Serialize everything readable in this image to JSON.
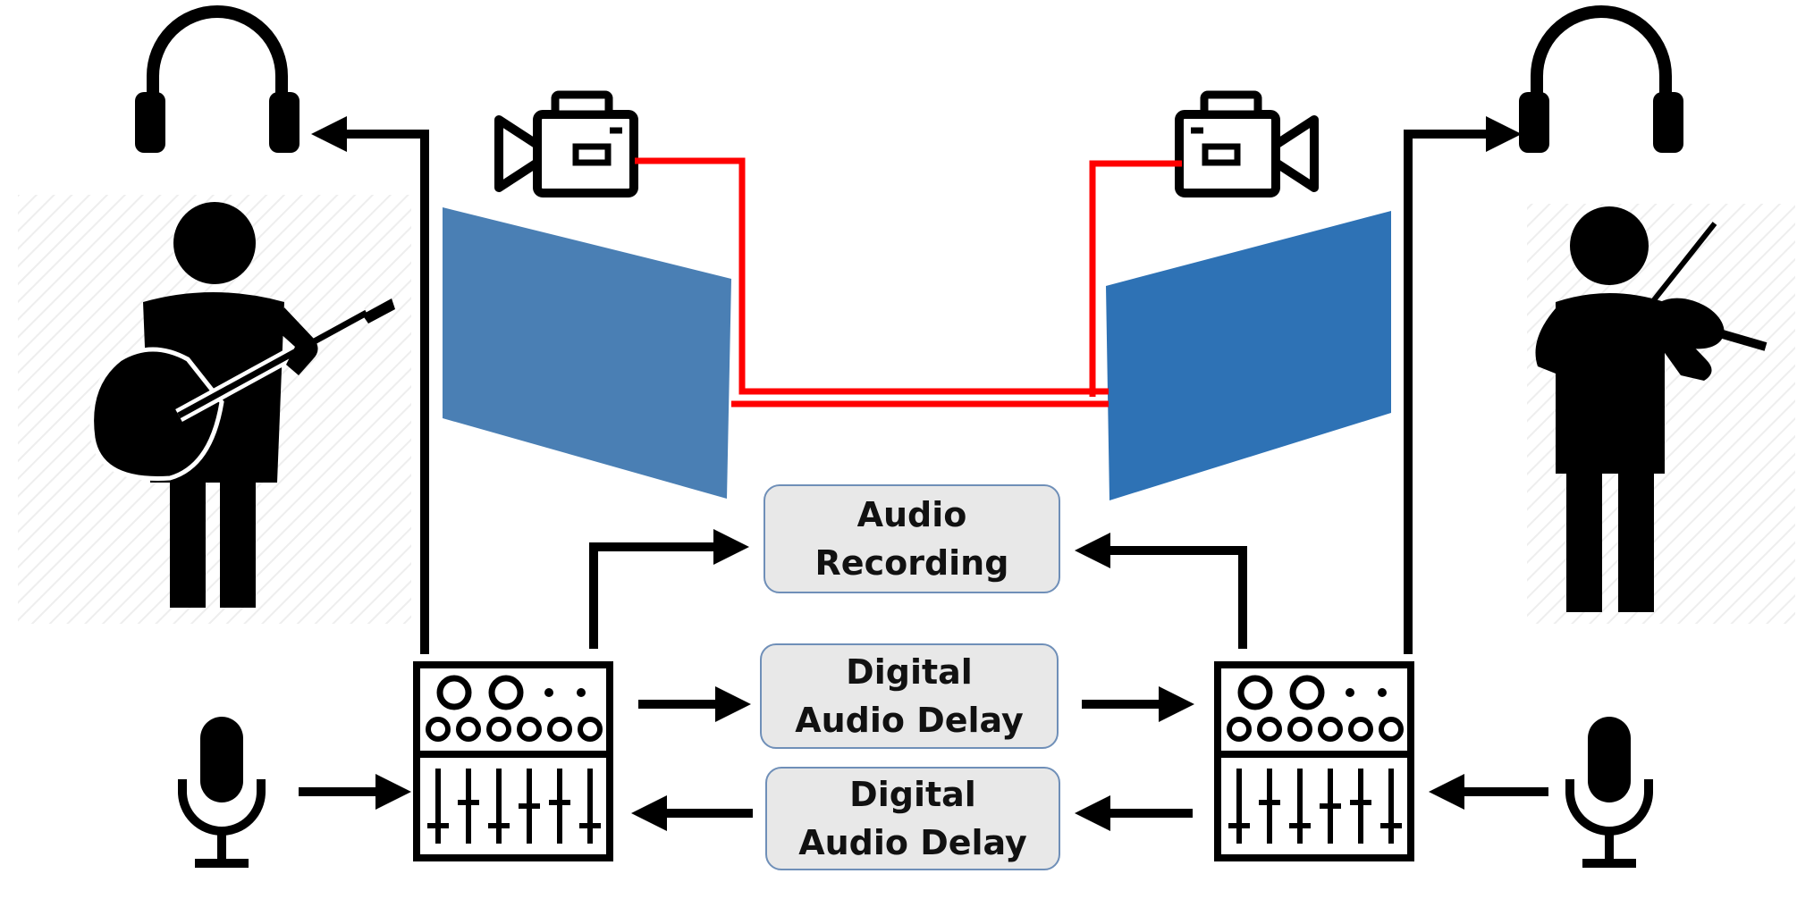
{
  "boxes": {
    "recording": {
      "line1": "Audio",
      "line2": "Recording"
    },
    "delay_top": {
      "line1": "Digital",
      "line2": "Audio Delay"
    },
    "delay_bottom": {
      "line1": "Digital",
      "line2": "Audio Delay"
    }
  },
  "colors": {
    "icon": "#000000",
    "video_link": "#ff0000",
    "screen_left": "#4a7fb4",
    "screen_right": "#2e72b5",
    "box_fill": "#e8e8e8",
    "box_border": "#6f8fb8"
  },
  "icons": {
    "left_headphones": "headphones-icon",
    "right_headphones": "headphones-icon",
    "left_musician": "guitarist-icon",
    "right_musician": "violinist-icon",
    "left_camera": "video-camera-icon",
    "right_camera": "video-camera-icon",
    "left_mic": "microphone-icon",
    "right_mic": "microphone-icon",
    "left_mixer": "audio-mixer-icon",
    "right_mixer": "audio-mixer-icon"
  }
}
